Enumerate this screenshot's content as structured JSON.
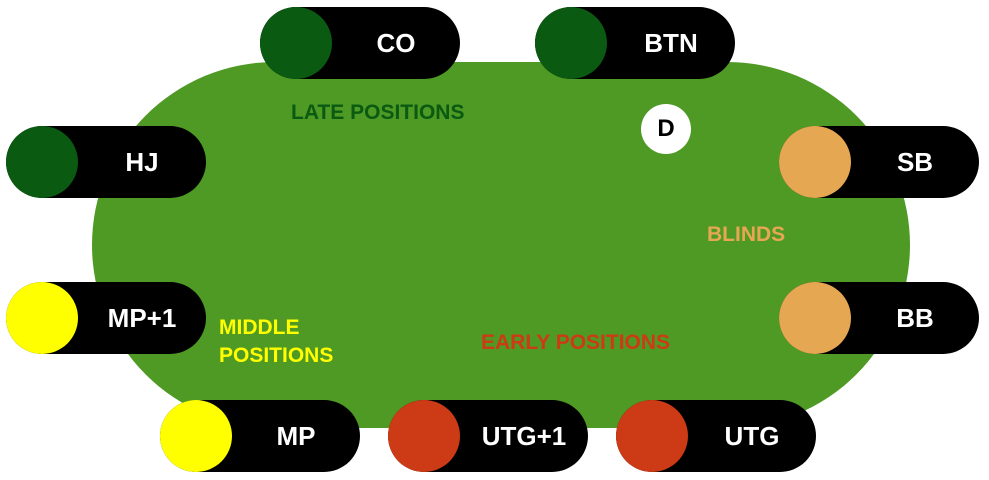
{
  "colors": {
    "felt": "#4f9a24",
    "seat_body": "#000000",
    "seat_text": "#ffffff",
    "late": "#0a5a12",
    "middle": "#ffff00",
    "early": "#cc3a16",
    "blinds": "#e6a752"
  },
  "seats": [
    {
      "id": "co",
      "label": "CO",
      "group": "late"
    },
    {
      "id": "btn",
      "label": "BTN",
      "group": "late"
    },
    {
      "id": "hj",
      "label": "HJ",
      "group": "late"
    },
    {
      "id": "sb",
      "label": "SB",
      "group": "blinds"
    },
    {
      "id": "mp1",
      "label": "MP+1",
      "group": "middle"
    },
    {
      "id": "bb",
      "label": "BB",
      "group": "blinds"
    },
    {
      "id": "mp",
      "label": "MP",
      "group": "middle"
    },
    {
      "id": "utg1",
      "label": "UTG+1",
      "group": "early"
    },
    {
      "id": "utg",
      "label": "UTG",
      "group": "early"
    }
  ],
  "groups": {
    "late": "LATE POSITIONS",
    "blinds": "BLINDS",
    "middle_line1": "MIDDLE",
    "middle_line2": "POSITIONS",
    "early": "EARLY POSITIONS"
  },
  "dealer_button": "D"
}
